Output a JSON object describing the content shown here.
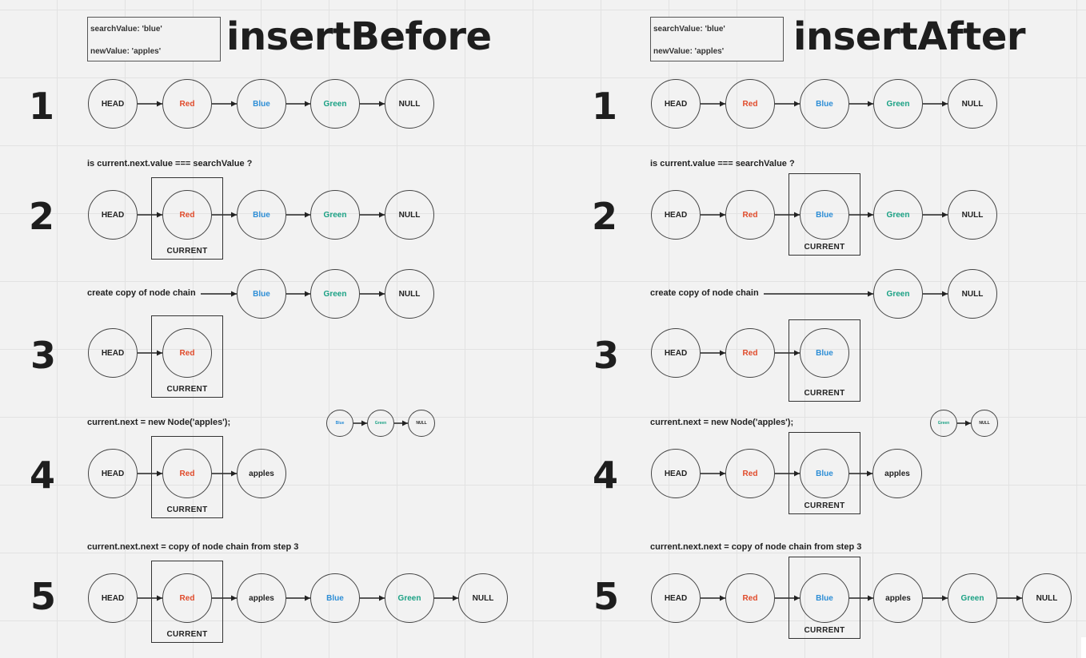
{
  "colors": {
    "red": "#e04a2a",
    "blue": "#2d8ed6",
    "green": "#1aa184"
  },
  "left": {
    "title": "insertBefore",
    "info": {
      "search": "searchValue: 'blue'",
      "new": "newValue: 'apples'"
    },
    "steps": [
      "1",
      "2",
      "3",
      "4",
      "5"
    ],
    "captions": {
      "s2": "is current.next.value === searchValue ?",
      "s3": "create copy of node chain",
      "s4": "current.next = new Node('apples');",
      "s5": "current.next.next = copy of node chain from step 3"
    }
  },
  "right": {
    "title": "insertAfter",
    "info": {
      "search": "searchValue: 'blue'",
      "new": "newValue: 'apples'"
    },
    "steps": [
      "1",
      "2",
      "3",
      "4",
      "5"
    ],
    "captions": {
      "s2": "is current.value === searchValue ?",
      "s3": "create copy of node chain",
      "s4": "current.next = new Node('apples');",
      "s5": "current.next.next = copy of node chain from step 3"
    }
  },
  "labels": {
    "head": "HEAD",
    "red": "Red",
    "blue": "Blue",
    "green": "Green",
    "null": "NULL",
    "apples": "apples",
    "current": "CURRENT"
  }
}
